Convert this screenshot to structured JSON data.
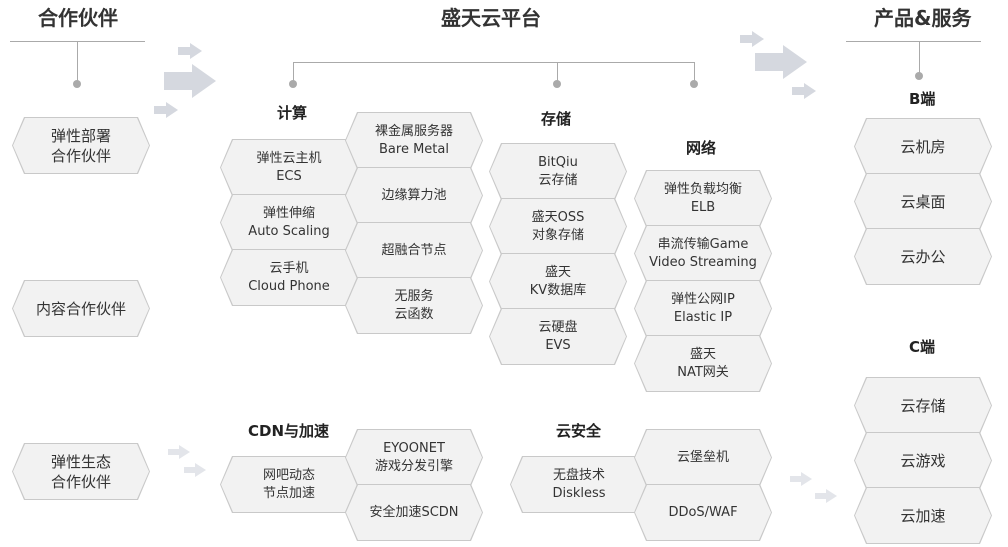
{
  "titles": {
    "partners": "合作伙伴",
    "platform": "盛天云平台",
    "products": "产品&服务"
  },
  "partners": [
    {
      "line1": "弹性部署",
      "line2": "合作伙伴"
    },
    {
      "line1": "内容合作伙伴",
      "line2": ""
    },
    {
      "line1": "弹性生态",
      "line2": "合作伙伴"
    }
  ],
  "compute": {
    "title": "计算",
    "left": [
      {
        "line1": "弹性云主机",
        "line2": "ECS"
      },
      {
        "line1": "弹性伸缩",
        "line2": "Auto Scaling"
      },
      {
        "line1": "云手机",
        "line2": "Cloud Phone"
      }
    ],
    "right": [
      {
        "line1": "裸金属服务器",
        "line2": "Bare Metal"
      },
      {
        "line1": "边缘算力池",
        "line2": ""
      },
      {
        "line1": "超融合节点",
        "line2": ""
      },
      {
        "line1": "无服务",
        "line2": "云函数"
      }
    ]
  },
  "storage": {
    "title": "存储",
    "items": [
      {
        "line1": "BitQiu",
        "line2": "云存储"
      },
      {
        "line1": "盛天OSS",
        "line2": "对象存储"
      },
      {
        "line1": "盛天",
        "line2": "KV数据库"
      },
      {
        "line1": "云硬盘",
        "line2": "EVS"
      }
    ]
  },
  "network": {
    "title": "网络",
    "items": [
      {
        "line1": "弹性负载均衡",
        "line2": "ELB"
      },
      {
        "line1": "串流传输Game",
        "line2": "Video Streaming"
      },
      {
        "line1": "弹性公网IP",
        "line2": "Elastic IP"
      },
      {
        "line1": "盛天",
        "line2": "NAT网关"
      }
    ]
  },
  "cdn": {
    "title": "CDN与加速",
    "left": {
      "line1": "网吧动态",
      "line2": "节点加速"
    },
    "right": [
      {
        "line1": "EYOONET",
        "line2": "游戏分发引擎"
      },
      {
        "line1": "安全加速SCDN",
        "line2": ""
      }
    ]
  },
  "security": {
    "title": "云安全",
    "left": {
      "line1": "无盘技术",
      "line2": "Diskless"
    },
    "right": [
      {
        "line1": "云堡垒机",
        "line2": ""
      },
      {
        "line1": "DDoS/WAF",
        "line2": ""
      }
    ]
  },
  "b_end": {
    "title": "B端",
    "items": [
      "云机房",
      "云桌面",
      "云办公"
    ]
  },
  "c_end": {
    "title": "C端",
    "items": [
      "云存储",
      "云游戏",
      "云加速"
    ]
  },
  "colors": {
    "hex_fill": "#f2f2f2",
    "hex_border": "#c9c9c9",
    "line": "#aaaaaa",
    "arrow": "#d5d8df"
  }
}
